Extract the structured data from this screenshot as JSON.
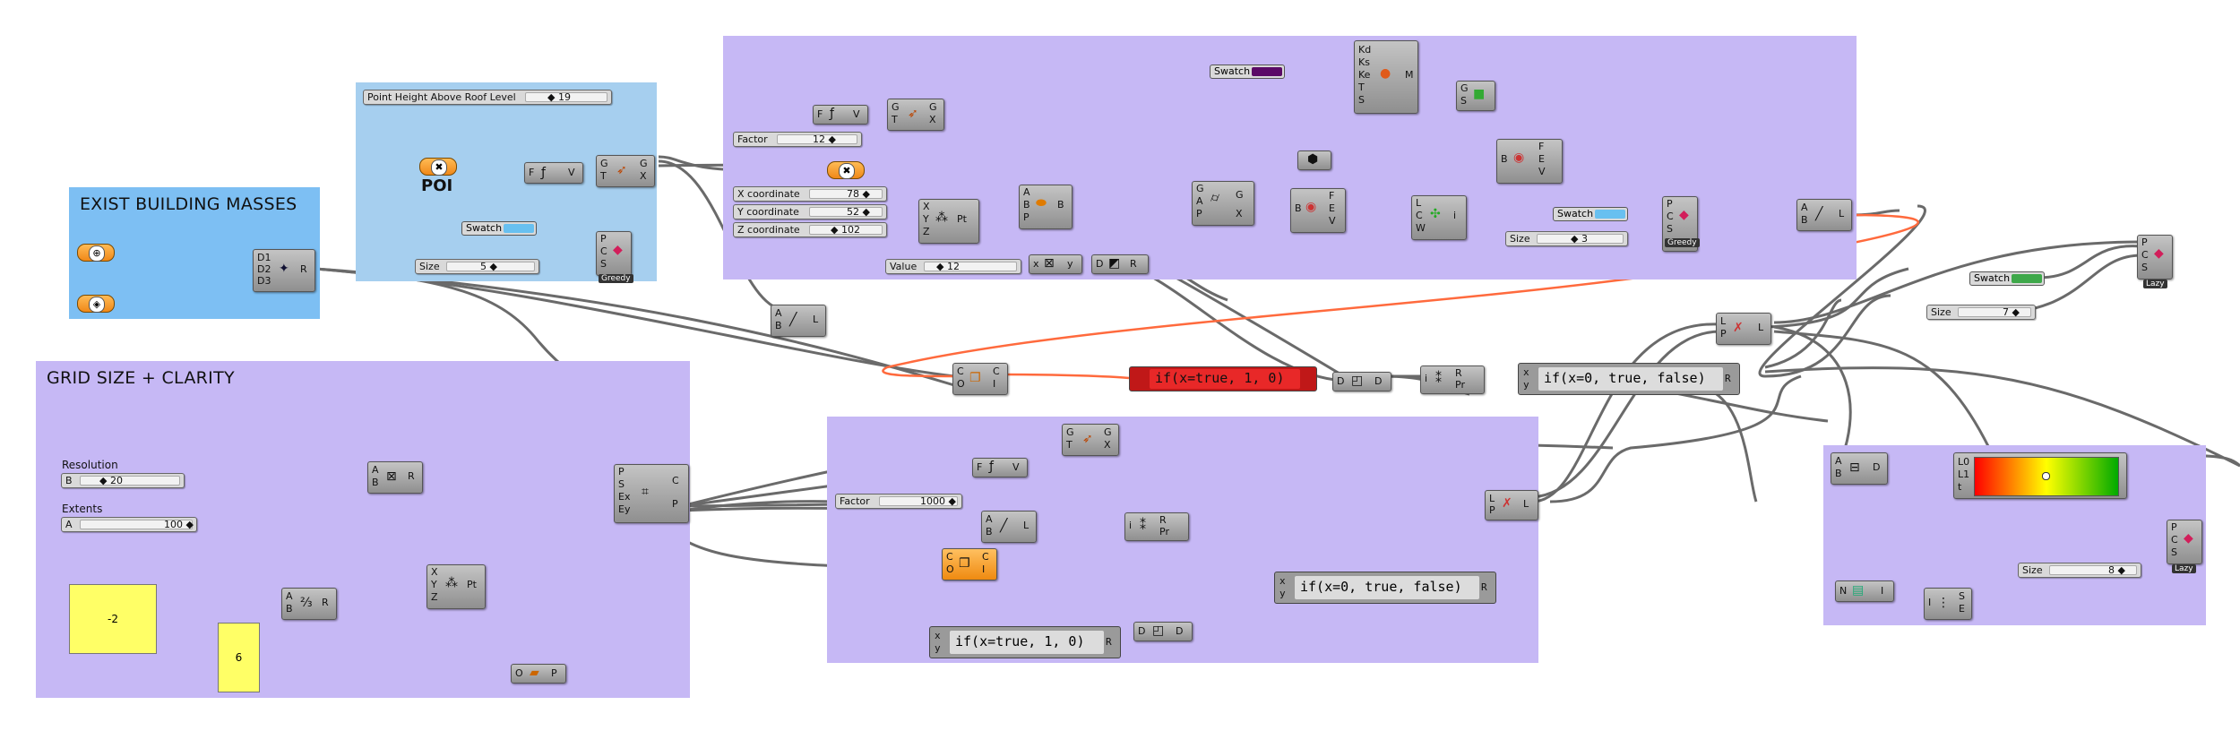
{
  "groups": {
    "exist_building": {
      "title": "EXIST BUILDING MASSES",
      "color": "#7dbff3"
    },
    "poi_group": {
      "title": "",
      "color": "#a6cfef"
    },
    "grid": {
      "title": "GRID SIZE + CLARITY",
      "color": "#c6b8f5"
    },
    "top": {
      "title": "",
      "color": "#c6b8f5"
    },
    "mid": {
      "title": "",
      "color": "#c6b8f5"
    },
    "right": {
      "title": "",
      "color": "#c6b8f5"
    }
  },
  "sliders": {
    "point_height": {
      "name": "Point Height Above Roof Level",
      "value": "◆ 19"
    },
    "size_poi": {
      "name": "Size",
      "value": "5 ◆"
    },
    "factor_top": {
      "name": "Factor",
      "value": "12 ◆"
    },
    "x_coord": {
      "name": "X coordinate",
      "value": "78 ◆"
    },
    "y_coord": {
      "name": "Y coordinate",
      "value": "52 ◆"
    },
    "z_coord": {
      "name": "Z coordinate",
      "value": "◆ 102"
    },
    "value_top": {
      "name": "Value",
      "value": "◆ 12"
    },
    "size_top": {
      "name": "Size",
      "value": "◆ 3"
    },
    "size_right_top": {
      "name": "Size",
      "value": "7 ◆"
    },
    "resolution": {
      "name": "B",
      "value": "◆ 20"
    },
    "extents": {
      "name": "A",
      "value": "100 ◆"
    },
    "factor_mid": {
      "name": "Factor",
      "value": "1000 ◆"
    },
    "size_right": {
      "name": "Size",
      "value": "8 ◆"
    }
  },
  "labels": {
    "poi": "POI",
    "resolution": "Resolution",
    "extents": "Extents"
  },
  "swatches": {
    "top_purple": {
      "name": "Swatch",
      "color": "#5a0a66"
    },
    "poi_blue": {
      "name": "Swatch",
      "color": "#68c0f0"
    },
    "top_blue": {
      "name": "Swatch",
      "color": "#68c0f0"
    },
    "right_green": {
      "name": "Swatch",
      "color": "#3ea84a"
    }
  },
  "panels": {
    "neg": "-2",
    "six": "6"
  },
  "expressions": {
    "red_if": "if(x=true, 1, 0)",
    "top_if0": "if(x=0, true, false)",
    "mid_if0": "if(x=0, true, false)",
    "mid_if1": "if(x=true, 1, 0)"
  },
  "tags": {
    "greedy1": "Greedy",
    "greedy2": "Greedy",
    "lazy1": "Lazy",
    "lazy2": "Lazy"
  },
  "wire_colors": {
    "normal": "#4a4a4a",
    "highlight": "#ff6a3d"
  },
  "gradient_colors": [
    "#ff0000",
    "#ffff00",
    "#00aa00"
  ]
}
